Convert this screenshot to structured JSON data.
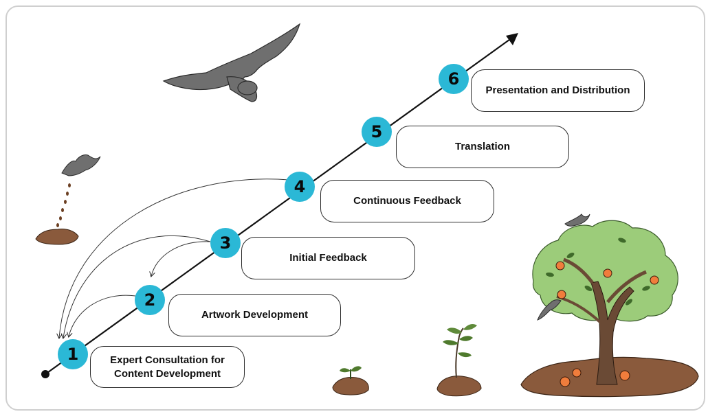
{
  "steps": [
    {
      "number": "1",
      "label": "Expert Consultation for\nContent Development"
    },
    {
      "number": "2",
      "label": "Artwork Development"
    },
    {
      "number": "3",
      "label": "Initial Feedback"
    },
    {
      "number": "4",
      "label": "Continuous Feedback"
    },
    {
      "number": "5",
      "label": "Translation"
    },
    {
      "number": "6",
      "label": "Presentation and Distribution"
    }
  ],
  "colors": {
    "badge": "#2bb8d6",
    "soil": "#8a5a3c",
    "leaf": "#9ccc7a",
    "fruit": "#f07d3c",
    "bat": "#6f6f6f"
  },
  "icons": [
    "bat-icon",
    "seed-drop-icon",
    "sprout-icon",
    "sapling-icon",
    "fruit-tree-icon"
  ]
}
